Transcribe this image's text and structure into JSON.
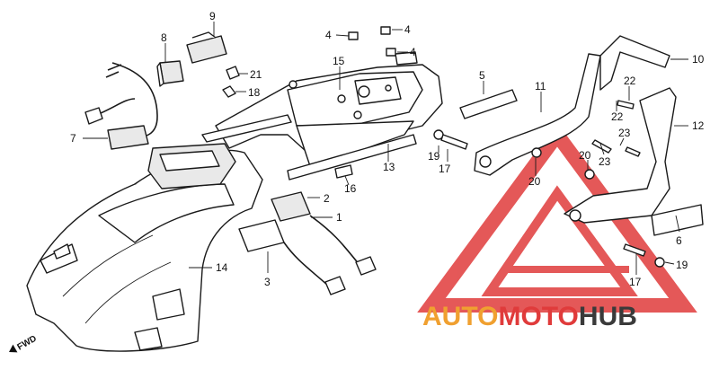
{
  "colors": {
    "line": "#1a1a1a",
    "watermark_red": "#e03b3b",
    "watermark_orange": "#f0a030",
    "watermark_dark": "#3a3a3a"
  },
  "direction_label": "FWD",
  "watermark": {
    "part_a": "AUTO",
    "part_b": "MOTO",
    "part_c": "HUB"
  },
  "callouts": [
    {
      "id": "c9",
      "label": "9"
    },
    {
      "id": "c8",
      "label": "8"
    },
    {
      "id": "c4a",
      "label": "4"
    },
    {
      "id": "c4b",
      "label": "4"
    },
    {
      "id": "c4c",
      "label": "4"
    },
    {
      "id": "c21",
      "label": "21"
    },
    {
      "id": "c18",
      "label": "18"
    },
    {
      "id": "c15",
      "label": "15"
    },
    {
      "id": "c5",
      "label": "5"
    },
    {
      "id": "c11",
      "label": "11"
    },
    {
      "id": "c10",
      "label": "10"
    },
    {
      "id": "c22a",
      "label": "22"
    },
    {
      "id": "c22b",
      "label": "22"
    },
    {
      "id": "c12",
      "label": "12"
    },
    {
      "id": "c7",
      "label": "7"
    },
    {
      "id": "c23a",
      "label": "23"
    },
    {
      "id": "c23b",
      "label": "23"
    },
    {
      "id": "c19a",
      "label": "19"
    },
    {
      "id": "c17a",
      "label": "17"
    },
    {
      "id": "c13",
      "label": "13"
    },
    {
      "id": "c20a",
      "label": "20"
    },
    {
      "id": "c20b",
      "label": "20"
    },
    {
      "id": "c16",
      "label": "16"
    },
    {
      "id": "c2",
      "label": "2"
    },
    {
      "id": "c1",
      "label": "1"
    },
    {
      "id": "c14",
      "label": "14"
    },
    {
      "id": "c3",
      "label": "3"
    },
    {
      "id": "c6",
      "label": "6"
    },
    {
      "id": "c19b",
      "label": "19"
    },
    {
      "id": "c17b",
      "label": "17"
    }
  ]
}
